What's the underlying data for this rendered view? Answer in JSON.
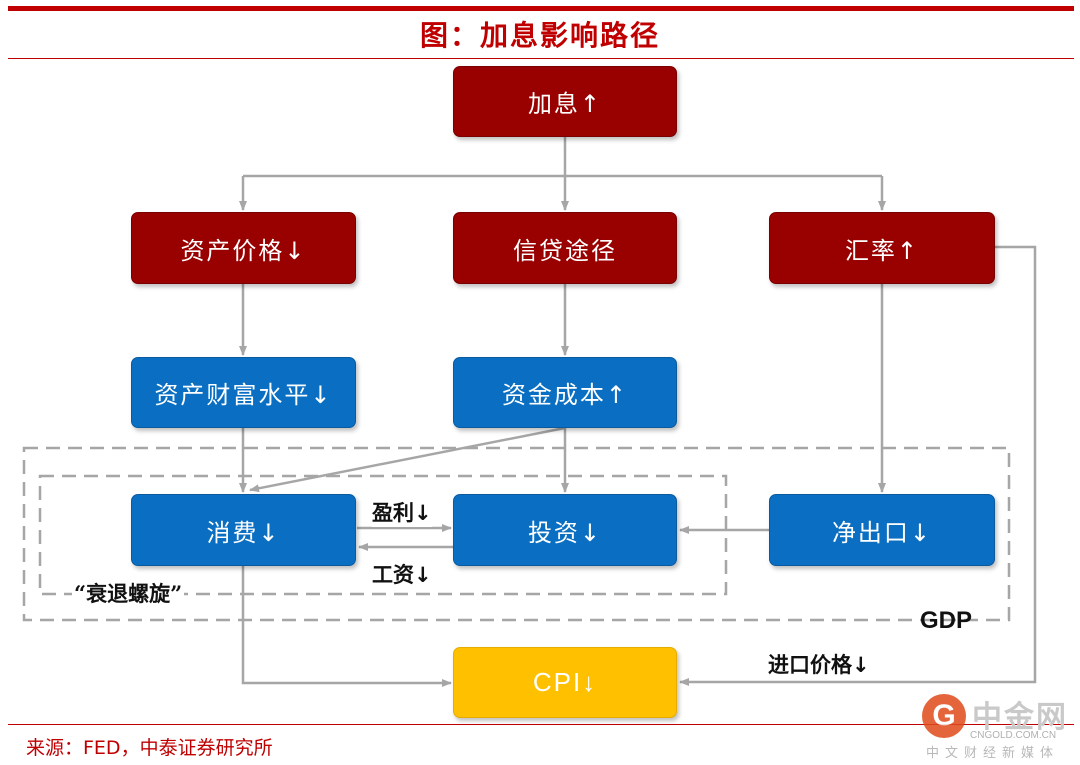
{
  "header": {
    "title": "图：加息影响路径"
  },
  "nodes": {
    "rate_hike": "加息↑",
    "asset_price": "资产价格↓",
    "credit_channel": "信贷途径",
    "exchange_rate": "汇率↑",
    "wealth_level": "资产财富水平↓",
    "capital_cost": "资金成本↑",
    "consumption": "消费↓",
    "investment": "投资↓",
    "net_exports": "净出口↓",
    "cpi": "CPI↓"
  },
  "labels": {
    "profit": "盈利↓",
    "wages": "工资↓",
    "recession_spiral": "“衰退螺旋”",
    "gdp": "GDP",
    "import_price": "进口价格↓"
  },
  "footer": {
    "source": "来源：FED，中泰证券研究所"
  },
  "watermark": {
    "logo_letter": "G",
    "name": "中金网",
    "url": "CNGOLD.COM.CN",
    "tagline": "中文财经新媒体"
  },
  "colors": {
    "accent_red": "#c00000",
    "node_red": "#990000",
    "node_blue": "#0a6fc2",
    "node_yellow": "#ffc000",
    "connector_gray": "#a6a6a6"
  }
}
